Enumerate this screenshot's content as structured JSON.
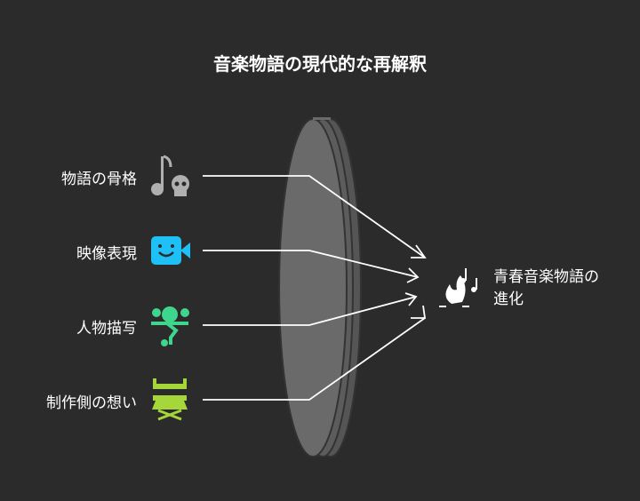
{
  "title": "音楽物語の現代的な再解釈",
  "inputs": [
    {
      "label": "物語の骨格",
      "icon": "music-skull-icon",
      "color": "#b0b0b0"
    },
    {
      "label": "映像表現",
      "icon": "video-camera-icon",
      "color": "#1ec0f5"
    },
    {
      "label": "人物描写",
      "icon": "dancing-person-icon",
      "color": "#3dd68c"
    },
    {
      "label": "制作側の想い",
      "icon": "director-chair-icon",
      "color": "#a5d63a"
    }
  ],
  "output": {
    "line1": "青春音楽物語の",
    "line2": "進化",
    "icon": "campfire-music-icon"
  }
}
